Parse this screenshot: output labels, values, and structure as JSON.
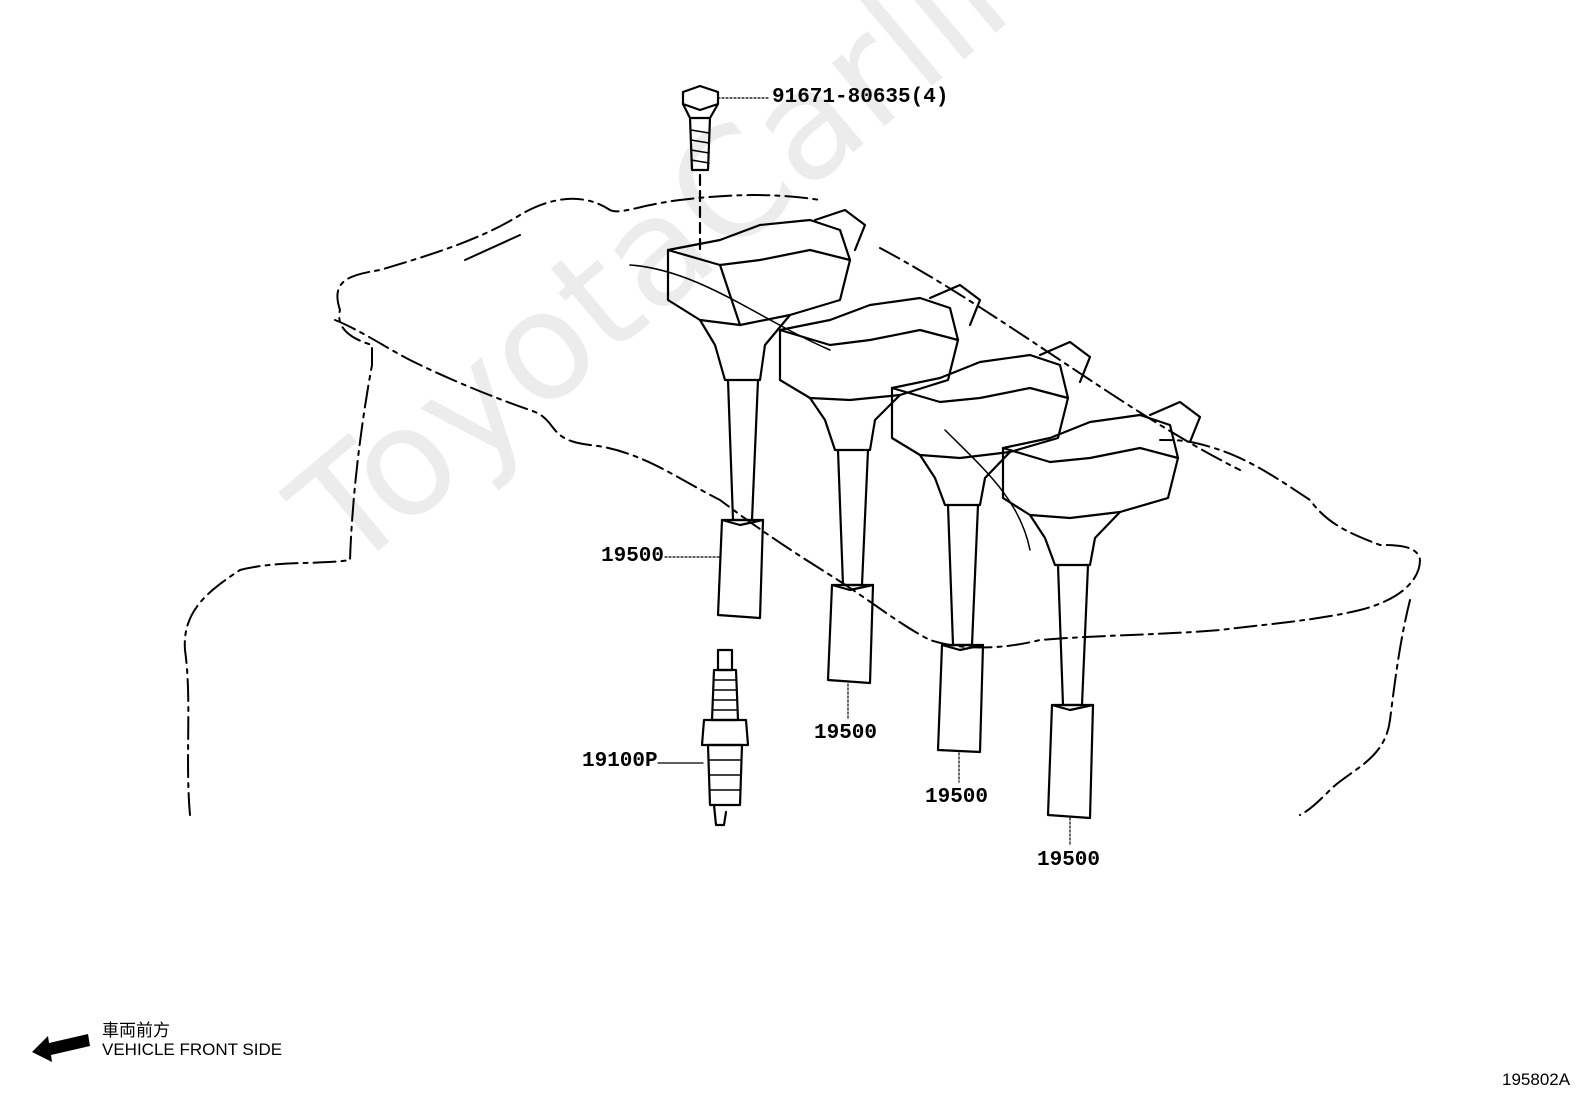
{
  "diagram": {
    "watermark": "ToyotaCarline.ru",
    "figure_id": "195802A",
    "direction_note": {
      "japanese": "車両前方",
      "english": "VEHICLE FRONT SIDE"
    },
    "callouts": [
      {
        "id": "bolt",
        "label": "91671-80635(4)"
      },
      {
        "id": "coil-1",
        "label": "19500"
      },
      {
        "id": "coil-2",
        "label": "19500"
      },
      {
        "id": "coil-3",
        "label": "19500"
      },
      {
        "id": "coil-4",
        "label": "19500"
      },
      {
        "id": "spark-plug",
        "label": "19100P"
      }
    ]
  }
}
